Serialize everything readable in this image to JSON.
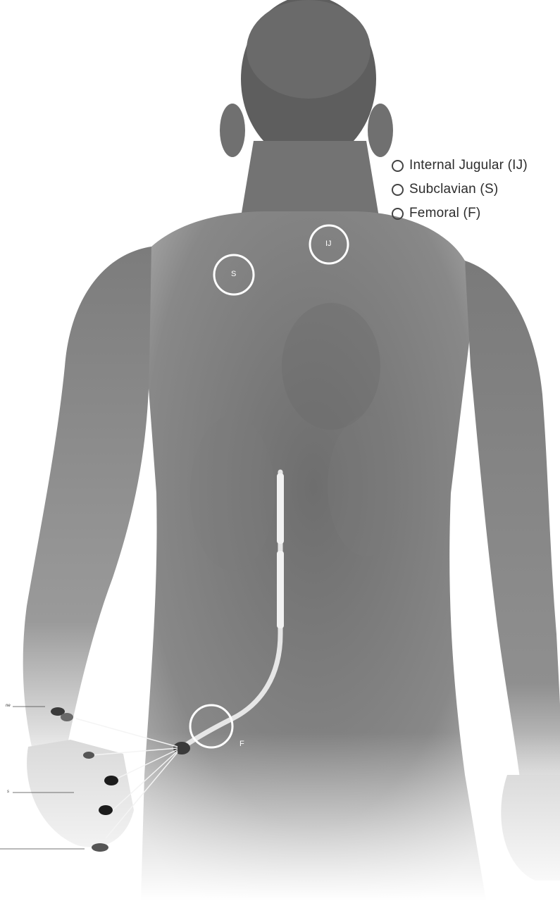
{
  "legend": {
    "items": [
      {
        "label": "Internal Jugular (IJ)"
      },
      {
        "label": "Subclavian (S)"
      },
      {
        "label": "Femoral (F)"
      }
    ]
  },
  "sites": {
    "ij": "IJ",
    "s": "S",
    "f": "F"
  },
  "side_labels": {
    "top": "ne",
    "middle": "s"
  }
}
